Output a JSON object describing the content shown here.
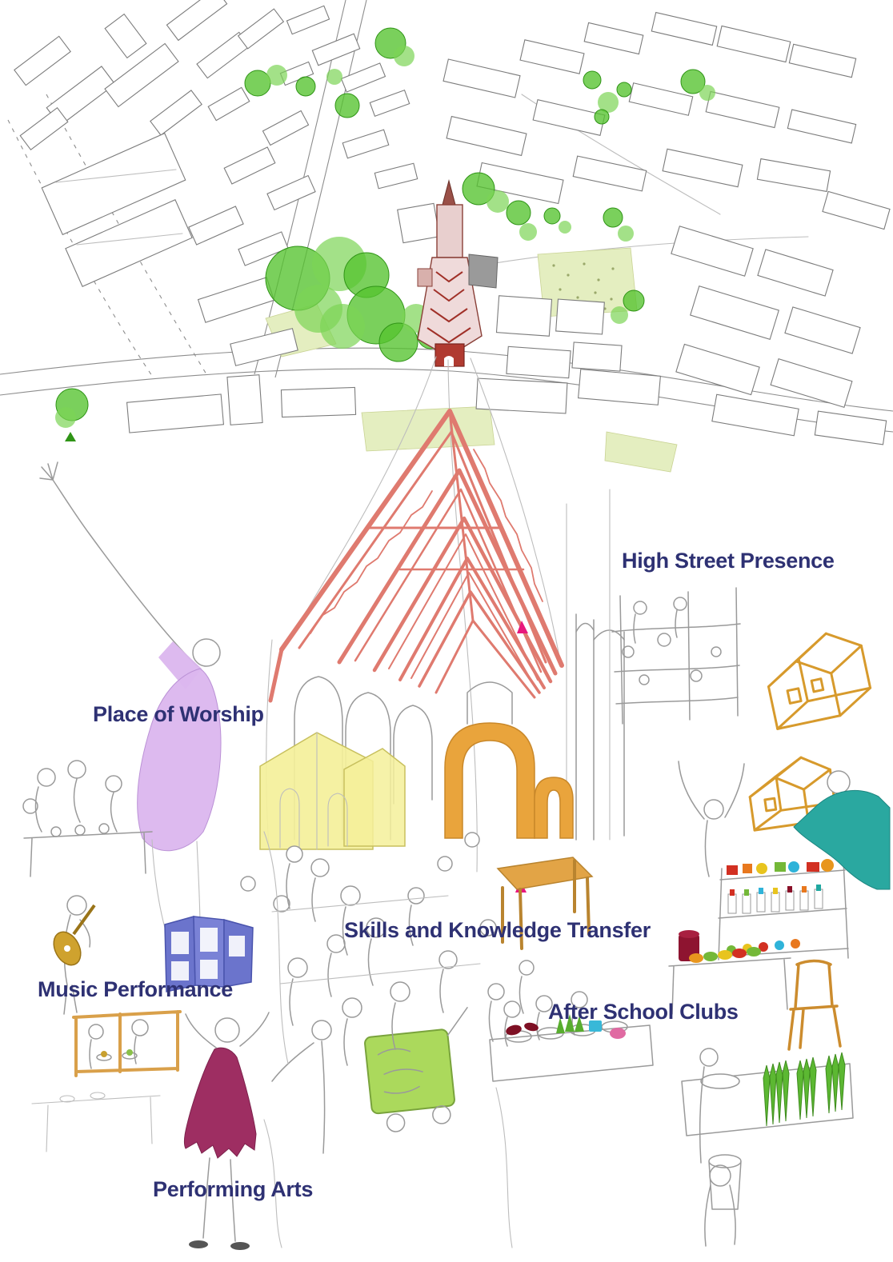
{
  "annotations": {
    "high_street_presence": "High Street Presence",
    "place_of_worship": "Place of Worship",
    "skills_and_knowledge_transfer": "Skills and Knowledge Transfer",
    "music_performance": "Music Performance",
    "after_school_clubs": "After School Clubs",
    "performing_arts": "Performing Arts"
  },
  "colors": {
    "annotation_text": "#2e3173",
    "truss_red": "#df7a6f",
    "tree_green": "#54c32e",
    "lawn_green": "#e4eec0",
    "map_church_red": "#b03a30",
    "arcade_orange": "#e9a43c",
    "chapel_yellow": "#f4f09a",
    "worship_purple": "#dbb6ee",
    "screen_blue": "#6b74cc",
    "dress_magenta": "#9e2e62",
    "jumper_teal": "#2aa8a0",
    "trolley_green": "#abd95c",
    "timber_frame_orange": "#d79a2c",
    "marker_pink": "#e8187c"
  }
}
